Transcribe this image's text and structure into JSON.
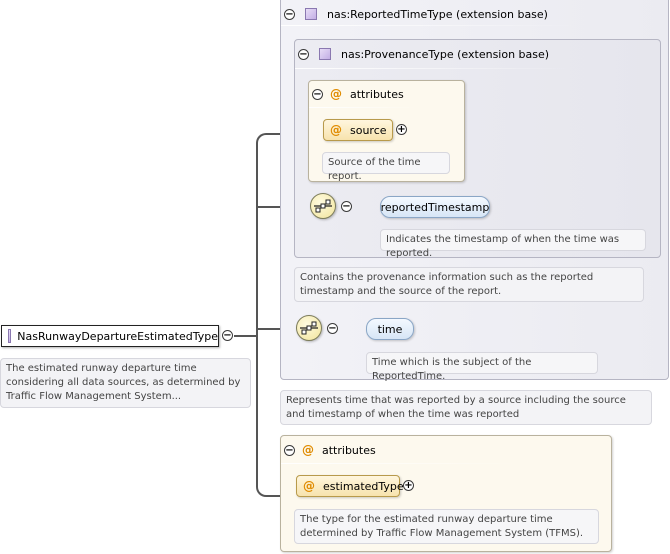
{
  "root": {
    "name": "NasRunwayDepartureEstimatedType",
    "doc": "The estimated runway departure time considering all data sources, as determined by Traffic Flow Management System..."
  },
  "reported_time": {
    "header": "nas:ReportedTimeType (extension base)",
    "doc": "Represents time that was reported by a source including the source and timestamp of when the time was reported",
    "provenance": {
      "header": "nas:ProvenanceType (extension base)",
      "doc": "Contains the provenance information such as the reported timestamp and the source of the report.",
      "attributes_label": "attributes",
      "source": {
        "name": "source",
        "doc": "Source of the time report."
      },
      "reported_timestamp": {
        "name": "reportedTimestamp",
        "doc": "Indicates the timestamp of when the time was reported."
      }
    },
    "time": {
      "name": "time",
      "doc": "Time which is the subject of the ReportedTime."
    }
  },
  "own_attributes": {
    "label": "attributes",
    "estimated_type": {
      "name": "estimatedType",
      "doc": "The type for the estimated runway departure time determined by Traffic Flow Management System (TFMS)."
    }
  },
  "icons": {
    "type": "complex-type-icon",
    "attribute": "at-sign-icon",
    "sequence": "sequence-compositor-icon",
    "collapse": "minus-circle-icon",
    "expand": "plus-circle-icon"
  },
  "colors": {
    "type_panel": "#ebebf1",
    "attribute_panel": "#fdf9ee",
    "attribute_pill": "#f7e3ad",
    "element_pill": "#d7e6f6",
    "at_sign": "#e08b00"
  }
}
